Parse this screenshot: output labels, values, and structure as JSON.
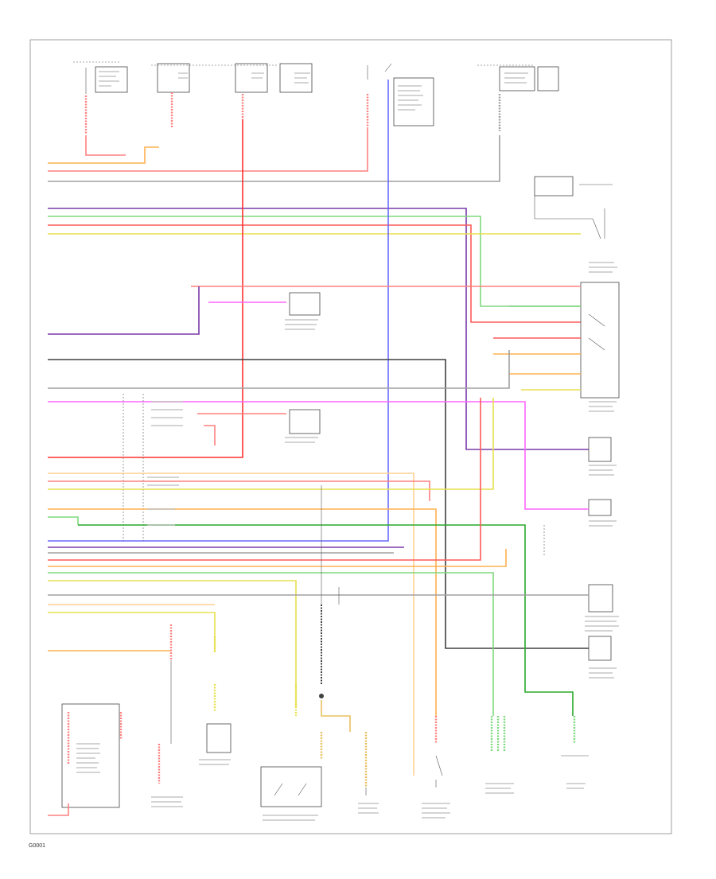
{
  "footer": {
    "code": "G0001"
  },
  "colors": {
    "red": "#ff5a5a",
    "pink": "#ff8080",
    "magenta": "#ff66ff",
    "purple": "#7a3aa8",
    "blue": "#6a6aff",
    "green": "#2aa82a",
    "lightgreen": "#7ed87e",
    "yellow": "#e8e050",
    "orange": "#ffb050",
    "lightorange": "#ffd090",
    "gray": "#a0a0a0",
    "darkgray": "#404040",
    "black": "#202020"
  },
  "wires": [
    {
      "id": "w1",
      "color": "red"
    },
    {
      "id": "w2",
      "color": "pink"
    },
    {
      "id": "w3",
      "color": "gray"
    },
    {
      "id": "w4",
      "color": "purple"
    },
    {
      "id": "w5",
      "color": "lightgreen"
    },
    {
      "id": "w6",
      "color": "pink"
    },
    {
      "id": "w7",
      "color": "yellow"
    },
    {
      "id": "w8",
      "color": "magenta"
    },
    {
      "id": "w9",
      "color": "blue"
    },
    {
      "id": "w10",
      "color": "green"
    },
    {
      "id": "w11",
      "color": "orange"
    }
  ]
}
